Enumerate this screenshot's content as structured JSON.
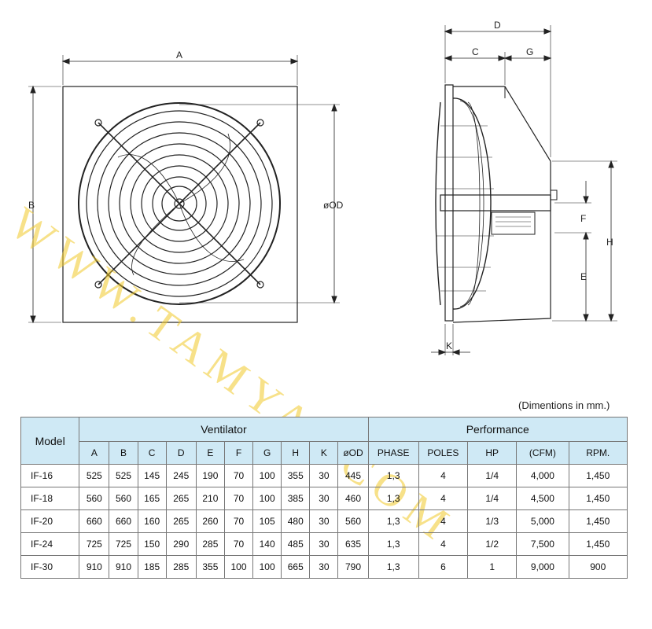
{
  "front_view": {
    "labels": {
      "a": "A",
      "b": "B",
      "od": "øOD"
    }
  },
  "side_view": {
    "labels": {
      "c": "C",
      "d": "D",
      "g": "G",
      "f": "F",
      "e": "E",
      "h": "H",
      "k": "K"
    }
  },
  "watermark": "WWW.TAMYAI.COM",
  "note": "(Dimentions in mm.)",
  "table": {
    "model_header": "Model",
    "group_headers": [
      "Ventilator",
      "Performance"
    ],
    "ventilator_columns": [
      "A",
      "B",
      "C",
      "D",
      "E",
      "F",
      "G",
      "H",
      "K",
      "øOD"
    ],
    "performance_columns": [
      "PHASE",
      "POLES",
      "HP",
      "(CFM)",
      "RPM."
    ],
    "rows": [
      [
        "IF-16",
        "525",
        "525",
        "145",
        "245",
        "190",
        "70",
        "100",
        "355",
        "30",
        "445",
        "1,3",
        "4",
        "1/4",
        "4,000",
        "1,450"
      ],
      [
        "IF-18",
        "560",
        "560",
        "165",
        "265",
        "210",
        "70",
        "100",
        "385",
        "30",
        "460",
        "1,3",
        "4",
        "1/4",
        "4,500",
        "1,450"
      ],
      [
        "IF-20",
        "660",
        "660",
        "160",
        "265",
        "260",
        "70",
        "105",
        "480",
        "30",
        "560",
        "1,3",
        "4",
        "1/3",
        "5,000",
        "1,450"
      ],
      [
        "IF-24",
        "725",
        "725",
        "150",
        "290",
        "285",
        "70",
        "140",
        "485",
        "30",
        "635",
        "1,3",
        "4",
        "1/2",
        "7,500",
        "1,450"
      ],
      [
        "IF-30",
        "910",
        "910",
        "185",
        "285",
        "355",
        "100",
        "100",
        "665",
        "30",
        "790",
        "1,3",
        "6",
        "1",
        "9,000",
        "900"
      ]
    ]
  }
}
